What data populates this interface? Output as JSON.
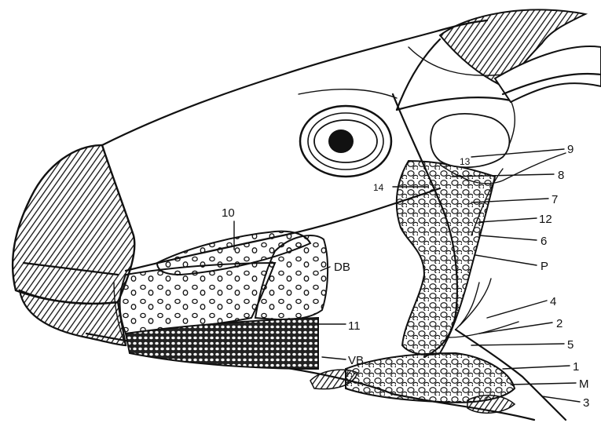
{
  "labels": {
    "l10": "10",
    "lDB": "DB",
    "l11": "11",
    "lVB": "VB",
    "l9": "9",
    "l8": "8",
    "l7": "7",
    "l12": "12",
    "l6": "6",
    "lP": "P",
    "l4": "4",
    "l2": "2",
    "l5": "5",
    "l1": "1",
    "lM": "M",
    "l3": "3",
    "l13": "13",
    "l14": "14"
  }
}
